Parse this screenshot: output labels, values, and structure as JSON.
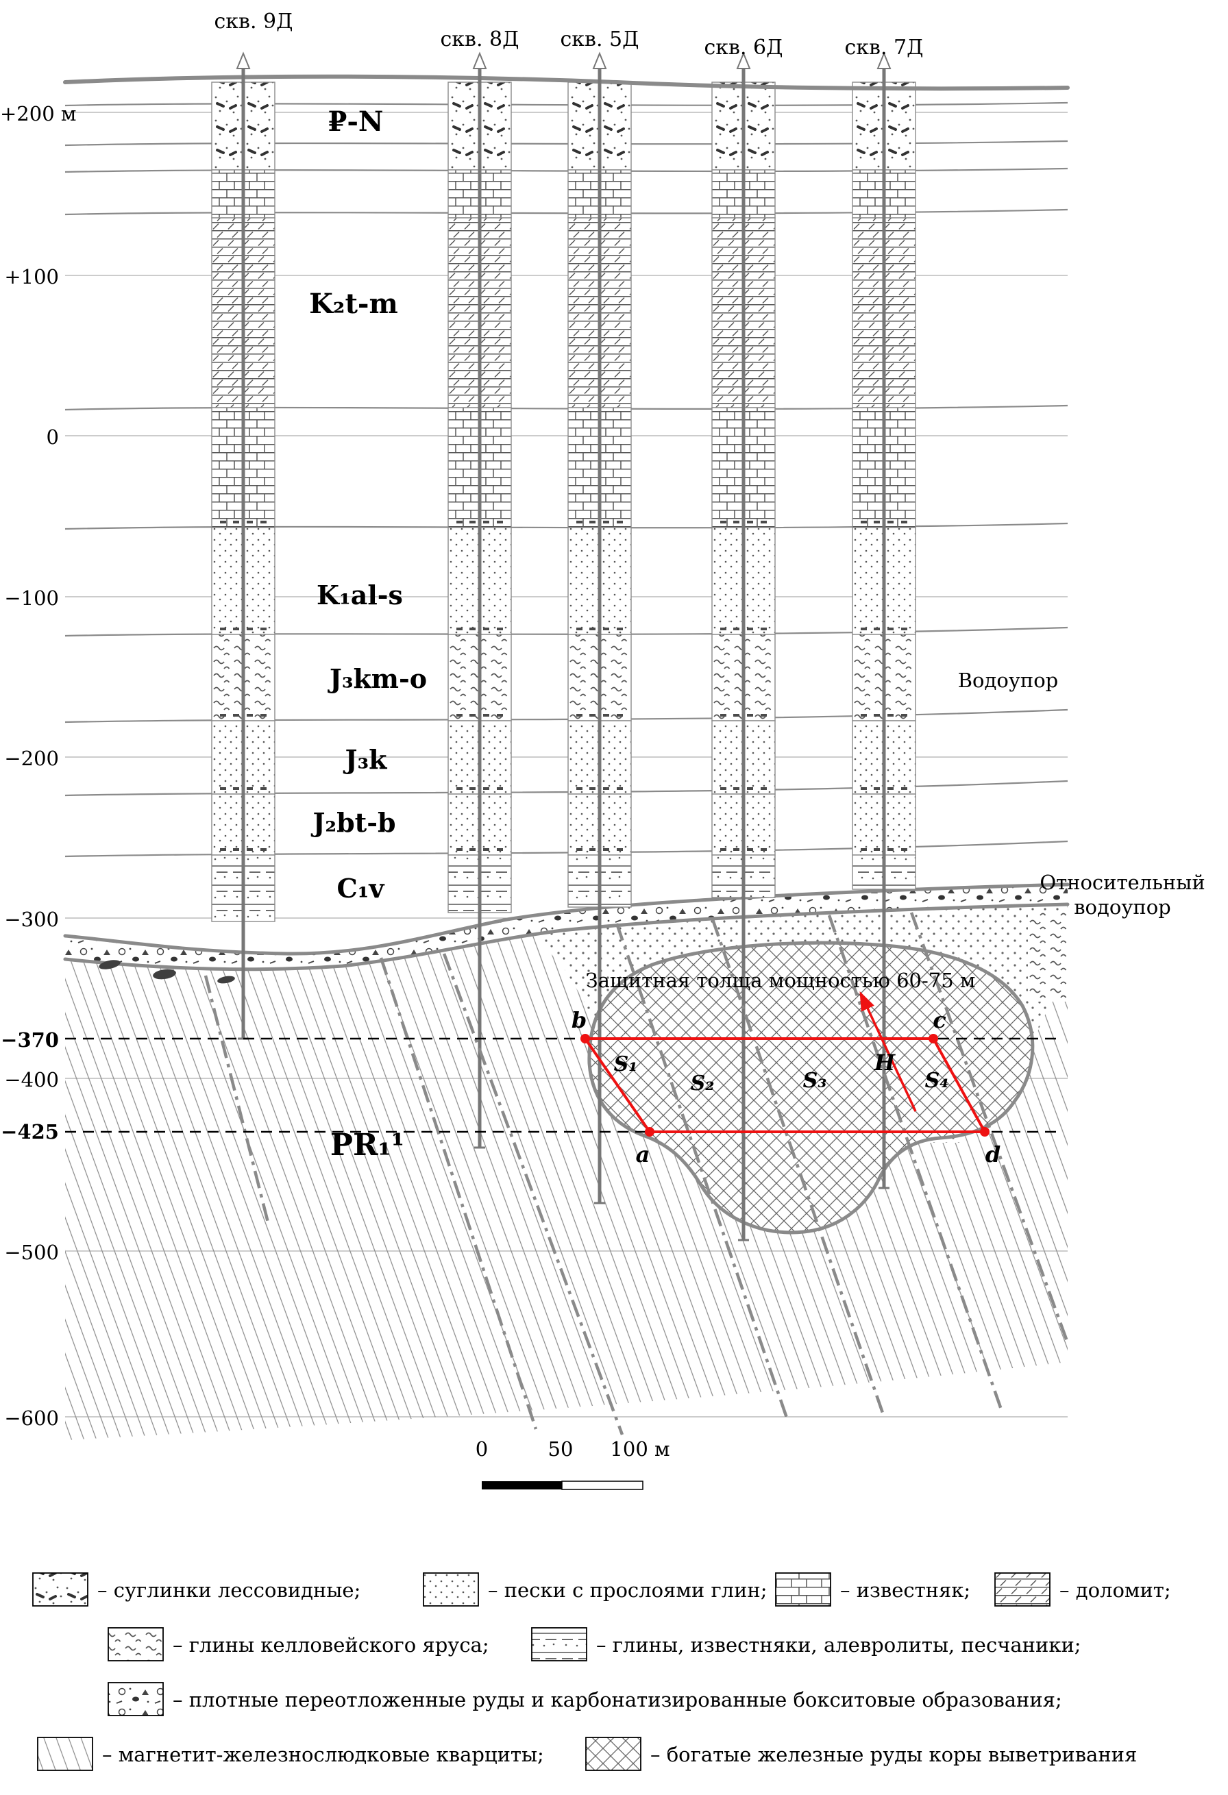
{
  "colors": {
    "highlight_red": "#ee1111",
    "line_gray": "#8a8a8a"
  },
  "boreholes": [
    {
      "label": "скв. 9Д"
    },
    {
      "label": "скв. 8Д"
    },
    {
      "label": "скв. 5Д"
    },
    {
      "label": "скв. 6Д"
    },
    {
      "label": "скв. 7Д"
    }
  ],
  "depth_axis": [
    {
      "label": "+200 м"
    },
    {
      "label": "+100"
    },
    {
      "label": "0"
    },
    {
      "label": "−100"
    },
    {
      "label": "−200"
    },
    {
      "label": "−300"
    },
    {
      "label": "−370"
    },
    {
      "label": "−400"
    },
    {
      "label": "−425"
    },
    {
      "label": "−500"
    },
    {
      "label": "−600"
    }
  ],
  "strata": [
    {
      "label": "₽-N"
    },
    {
      "label": "K₂t-m"
    },
    {
      "label": "K₁al-s"
    },
    {
      "label": "J₃km-o"
    },
    {
      "label": "J₃k"
    },
    {
      "label": "J₂bt-b"
    },
    {
      "label": "C₁v"
    },
    {
      "label": "PR₁¹"
    }
  ],
  "annotations": {
    "aquitard": "Водоупор",
    "relative_aquitard": "Относительный водоупор",
    "protective_layer": "Защитная толща мощностью 60-75 м"
  },
  "ore_panel": {
    "corner_a": "a",
    "corner_b": "b",
    "corner_c": "c",
    "corner_d": "d",
    "area_1": "S₁",
    "area_2": "S₂",
    "area_3": "S₃",
    "area_4": "S₄",
    "thickness": "H"
  },
  "scale_bar": {
    "tick_0": "0",
    "tick_50": "50",
    "tick_100": "100 м"
  },
  "legend": [
    {
      "key": "loam",
      "text": "– суглинки лессовидные;"
    },
    {
      "key": "sand-with-clay",
      "text": "– пески с прослоями глин;"
    },
    {
      "key": "limestone",
      "text": "– известняк;"
    },
    {
      "key": "dolomite",
      "text": "– доломит;"
    },
    {
      "key": "callovian-clay",
      "text": "– глины келловейского яруса;"
    },
    {
      "key": "clay-limestone-siltstone-sandstone",
      "text": "– глины, известняки, алевролиты, песчаники;"
    },
    {
      "key": "dense-redeposited-ores-bauxite",
      "text": "– плотные переотложенные руды и карбонатизированные бокситовые образования;"
    },
    {
      "key": "magnetite-quartzite",
      "text": "– магнетит-железнослюдковые кварциты;"
    },
    {
      "key": "rich-iron-ore",
      "text": "– богатые железные руды коры выветривания"
    }
  ]
}
